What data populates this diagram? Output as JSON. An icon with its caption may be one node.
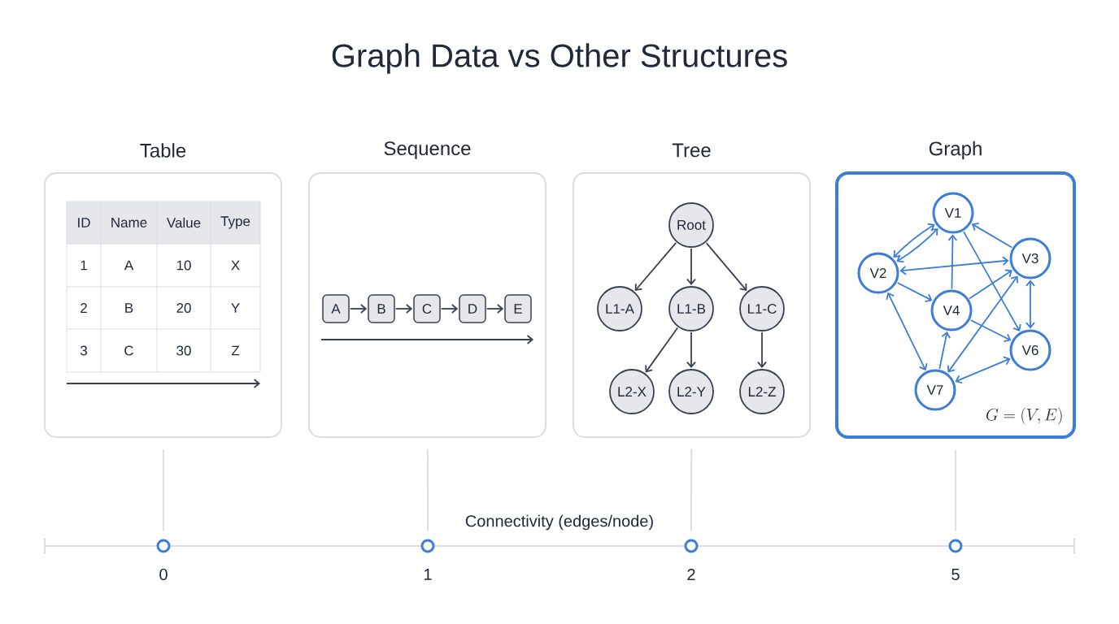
{
  "diagram": {
    "title": "Graph Data vs Other Structures",
    "nodes": [
      {
        "text": [
          "Table"
        ]
      },
      {
        "text": [
          "Sequence"
        ]
      },
      {
        "text": [
          "A"
        ],
        "in": 1
      },
      {
        "text": [
          "B"
        ],
        "in": 1
      },
      {
        "text": [
          "C"
        ],
        "in": 1
      },
      {
        "text": [
          "D"
        ],
        "in": 1
      },
      {
        "text": [
          "E"
        ],
        "in": 1
      },
      {
        "text": [
          "Tree"
        ]
      },
      {
        "text": [
          "Root"
        ],
        "in": 7
      },
      {
        "text": [
          "L1-A"
        ],
        "in": 7
      },
      {
        "text": [
          "L1-B"
        ],
        "in": 7
      },
      {
        "text": [
          "L1-C"
        ],
        "in": 7
      },
      {
        "text": [
          "L2-X"
        ],
        "in": 7
      },
      {
        "text": [
          "L2-Y"
        ],
        "in": 7
      },
      {
        "text": [
          "L2-Z"
        ],
        "in": 7
      },
      {
        "text": [
          "Graph",
          "G=(V,E)"
        ]
      },
      {
        "text": [
          "V1"
        ],
        "in": 15
      },
      {
        "text": [
          "V2"
        ],
        "in": 15
      },
      {
        "text": [
          "V3"
        ],
        "in": 15
      },
      {
        "text": [
          "V4"
        ],
        "in": 15
      },
      {
        "text": [
          "V6"
        ],
        "in": 15
      },
      {
        "text": [
          "V7"
        ],
        "in": 15
      },
      {
        "text": [],
        "shape": "circle",
        "beside": [
          "0"
        ]
      },
      {
        "text": [],
        "shape": "circle",
        "beside": [
          "1"
        ]
      },
      {
        "text": [],
        "shape": "circle",
        "beside": [
          "2"
        ]
      },
      {
        "text": [],
        "shape": "circle",
        "beside": [
          "5"
        ]
      }
    ],
    "edges": [
      {
        "from": 2,
        "to": 3,
        "arrow": "to",
        "color": "#374151"
      },
      {
        "from": 3,
        "to": 4,
        "arrow": "to",
        "color": "#374151"
      },
      {
        "from": 4,
        "to": 5,
        "arrow": "to",
        "color": "#374151"
      },
      {
        "from": 5,
        "to": 6,
        "arrow": "to",
        "color": "#374151"
      },
      {
        "from": 8,
        "to": 9,
        "arrow": "to",
        "color": "#374151"
      },
      {
        "from": 8,
        "to": 10,
        "arrow": "to",
        "color": "#374151"
      },
      {
        "from": 8,
        "to": 11,
        "arrow": "to",
        "color": "#374151"
      },
      {
        "from": 10,
        "to": 12,
        "arrow": "to",
        "color": "#374151"
      },
      {
        "from": 10,
        "to": 13,
        "arrow": "to",
        "color": "#374151"
      },
      {
        "from": 11,
        "to": 14,
        "arrow": "to",
        "color": "#374151"
      },
      {
        "from": 17,
        "to": 16,
        "arrow": "both",
        "color": "#3b7dd8"
      },
      {
        "from": 17,
        "to": 16,
        "arrow": "both",
        "color": "#3b7dd8"
      },
      {
        "from": 18,
        "to": 16,
        "arrow": "to",
        "color": "#3b7dd8"
      },
      {
        "from": 17,
        "to": 18,
        "arrow": "both",
        "color": "#3b7dd8"
      },
      {
        "from": 19,
        "to": 16,
        "arrow": "to",
        "color": "#3b7dd8"
      },
      {
        "from": 16,
        "to": 20,
        "arrow": "to",
        "color": "#3b7dd8"
      },
      {
        "from": 17,
        "to": 19,
        "arrow": "to",
        "color": "#3b7dd8"
      },
      {
        "from": 19,
        "to": 18,
        "arrow": "to",
        "color": "#3b7dd8"
      },
      {
        "from": 19,
        "to": 20,
        "arrow": "to",
        "color": "#3b7dd8"
      },
      {
        "from": 18,
        "to": 20,
        "arrow": "both",
        "color": "#3b7dd8"
      },
      {
        "from": 17,
        "to": 21,
        "arrow": "both",
        "color": "#3b7dd8"
      },
      {
        "from": 21,
        "to": 19,
        "arrow": "to",
        "color": "#3b7dd8"
      },
      {
        "from": 18,
        "to": 21,
        "arrow": "both",
        "color": "#3b7dd8"
      },
      {
        "from": 21,
        "to": 20,
        "arrow": "both",
        "color": "#3b7dd8"
      },
      {
        "from": 0,
        "to": 22,
        "arrow": "none",
        "color": "#d9dde3"
      },
      {
        "from": 1,
        "to": 23,
        "arrow": "none",
        "color": "#d9dde3"
      },
      {
        "from": 7,
        "to": 24,
        "arrow": "none",
        "color": "#d9dde3"
      },
      {
        "from": 15,
        "to": 25,
        "arrow": "none",
        "color": "#d9dde3"
      }
    ],
    "labels": [
      "ID",
      "Name",
      "Value",
      "Type",
      "1",
      "A",
      "10",
      "X",
      "2",
      "B",
      "20",
      "Y",
      "3",
      "C",
      "30",
      "Z",
      "Connectivity (edges/node)"
    ]
  }
}
